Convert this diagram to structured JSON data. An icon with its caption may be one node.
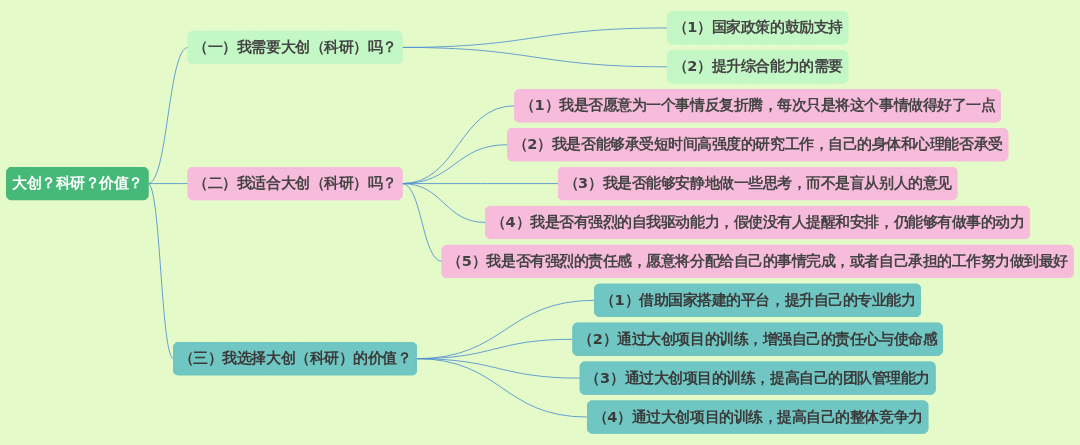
{
  "diagram": {
    "nodes": [
      {
        "text": [
          "大创？科研？价值？"
        ]
      },
      {
        "text": [
          "（一）我需要大创（科研）吗？"
        ]
      },
      {
        "text": [
          "（1）国家政策的鼓励支持"
        ]
      },
      {
        "text": [
          "（2）提升综合能力的需要"
        ]
      },
      {
        "text": [
          "（二）我适合大创（科研）吗？"
        ]
      },
      {
        "text": [
          "（1）我是否愿意为一个事情反复折腾，每次只是将这个事情做得好了一点"
        ]
      },
      {
        "text": [
          "（2）我是否能够承受短时间高强度的研究工作，自己的身体和心理能否承受"
        ]
      },
      {
        "text": [
          "（3）我是否能够安静地做一些思考，而不是盲从别人的意见"
        ]
      },
      {
        "text": [
          "（4）我是否有强烈的自我驱动能力，假使没有人提醒和安排，仍能够有做事的动力"
        ]
      },
      {
        "text": [
          "（5）我是否有强烈的责任感，愿意将分配给自己的事情完成，或者自己承担的工作努力做到最好"
        ]
      },
      {
        "text": [
          "（三）我选择大创（科研）的价值？"
        ]
      },
      {
        "text": [
          "（1）借助国家搭建的平台，提升自己的专业能力"
        ]
      },
      {
        "text": [
          "（2）通过大创项目的训练，增强自己的责任心与使命感"
        ]
      },
      {
        "text": [
          "（3）通过大创项目的训练，提高自己的团队管理能力"
        ]
      },
      {
        "text": [
          "（4）通过大创项目的训练，提高自己的整体竞争力"
        ]
      }
    ],
    "edges": [
      {
        "from": 0,
        "to": 1,
        "arrow": "none"
      },
      {
        "from": 1,
        "to": 2,
        "arrow": "none"
      },
      {
        "from": 1,
        "to": 3,
        "arrow": "none"
      },
      {
        "from": 0,
        "to": 4,
        "arrow": "none"
      },
      {
        "from": 4,
        "to": 5,
        "arrow": "none"
      },
      {
        "from": 4,
        "to": 6,
        "arrow": "none"
      },
      {
        "from": 4,
        "to": 7,
        "arrow": "none"
      },
      {
        "from": 4,
        "to": 8,
        "arrow": "none"
      },
      {
        "from": 4,
        "to": 9,
        "arrow": "none"
      },
      {
        "from": 0,
        "to": 10,
        "arrow": "none"
      },
      {
        "from": 10,
        "to": 11,
        "arrow": "none"
      },
      {
        "from": 10,
        "to": 12,
        "arrow": "none"
      },
      {
        "from": 10,
        "to": 13,
        "arrow": "none"
      },
      {
        "from": 10,
        "to": 14,
        "arrow": "none"
      }
    ]
  }
}
